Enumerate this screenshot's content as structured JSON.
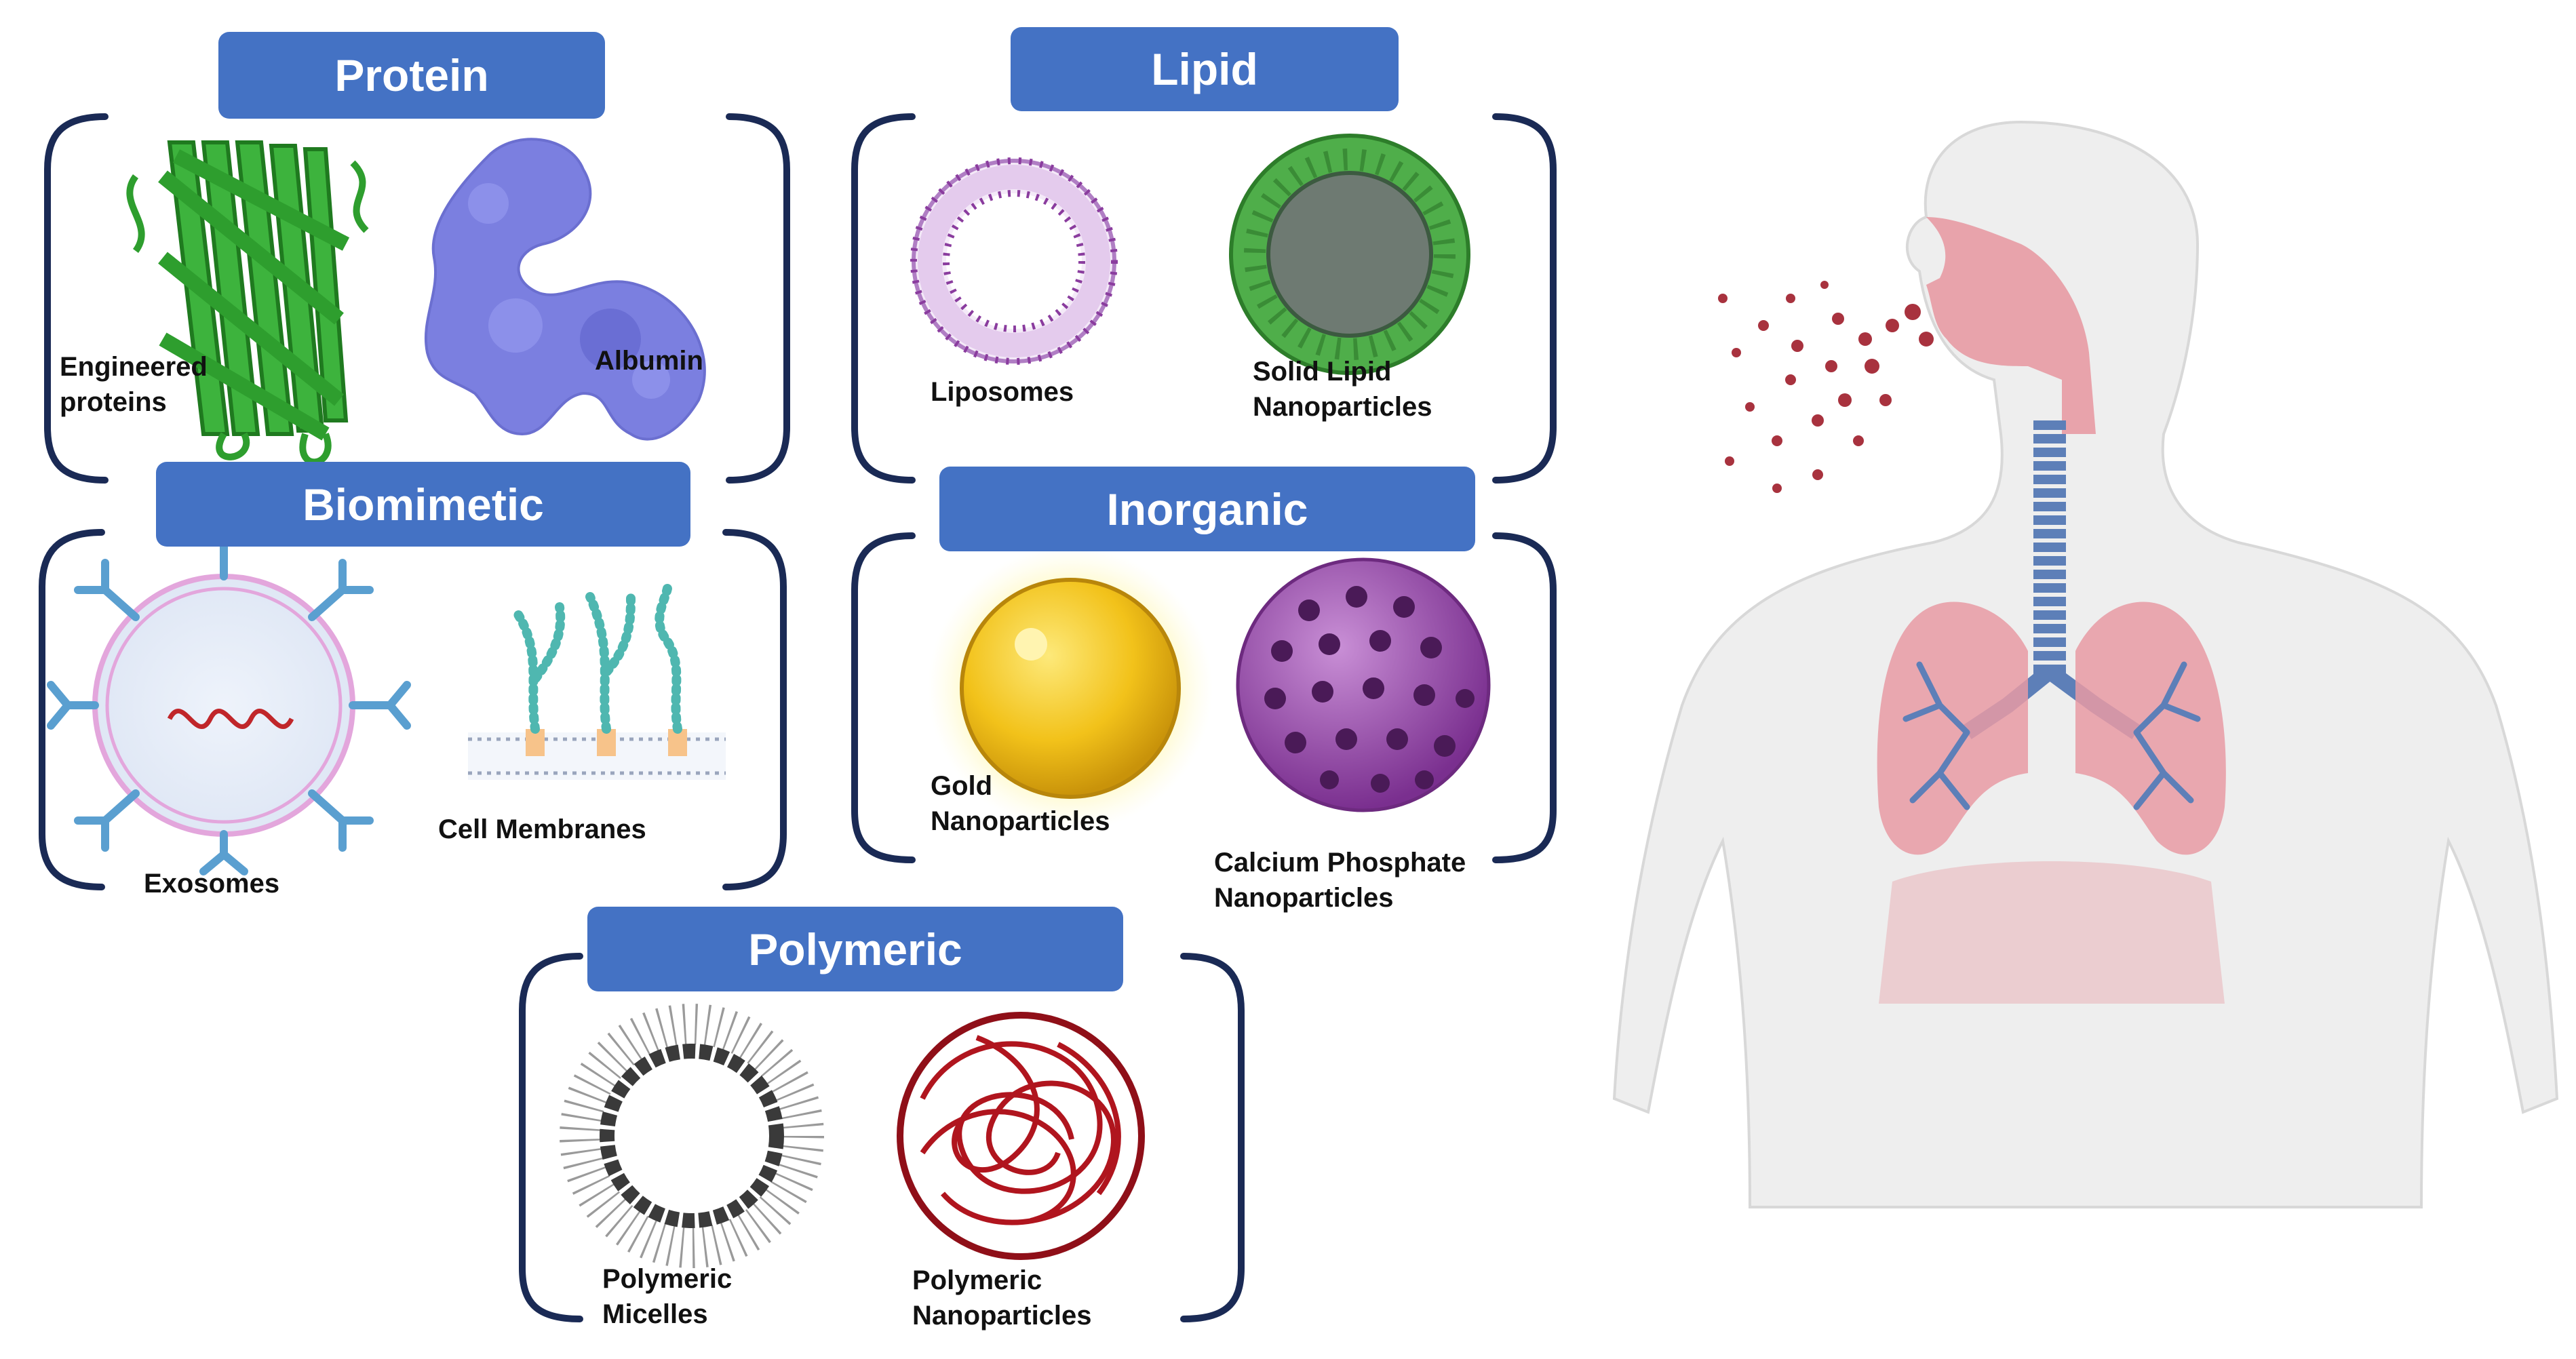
{
  "categories": {
    "protein": {
      "title": "Protein",
      "items": [
        {
          "lines": [
            "Engineered",
            "proteins"
          ]
        },
        {
          "lines": [
            "Albumin"
          ]
        }
      ]
    },
    "lipid": {
      "title": "Lipid",
      "items": [
        {
          "lines": [
            "Liposomes"
          ]
        },
        {
          "lines": [
            "Solid Lipid",
            "Nanoparticles"
          ]
        }
      ]
    },
    "biomimetic": {
      "title": "Biomimetic",
      "items": [
        {
          "lines": [
            "Exosomes"
          ]
        },
        {
          "lines": [
            "Cell Membranes"
          ]
        }
      ]
    },
    "inorganic": {
      "title": "Inorganic",
      "items": [
        {
          "lines": [
            "Gold",
            "Nanoparticles"
          ]
        },
        {
          "lines": [
            "Calcium Phosphate",
            "Nanoparticles"
          ]
        }
      ]
    },
    "polymeric": {
      "title": "Polymeric",
      "items": [
        {
          "lines": [
            "Polymeric",
            "Micelles"
          ]
        },
        {
          "lines": [
            "Polymeric",
            "Nanoparticles"
          ]
        }
      ]
    }
  },
  "colors": {
    "header_fill": "#4472c4",
    "header_text": "#ffffff",
    "bracket": "#1a2a55",
    "protein_green": "#2e9e2e",
    "albumin_purple": "#7b7fe0",
    "gold": "#f2c21a",
    "calcium_purple": "#9b4fb0",
    "polymer_red": "#b0151e",
    "lung_pink": "#e79aa3",
    "airway_blue": "#5d7fb8",
    "droplet_red": "#a8323e"
  },
  "icons": [
    "green-fluorescent-protein-icon",
    "albumin-icon",
    "liposome-icon",
    "solid-lipid-nanoparticle-icon",
    "exosome-icon",
    "cell-membrane-icon",
    "gold-nanoparticle-icon",
    "calcium-phosphate-nanoparticle-icon",
    "polymeric-micelle-icon",
    "polymeric-nanoparticle-icon",
    "human-respiratory-system-icon"
  ]
}
